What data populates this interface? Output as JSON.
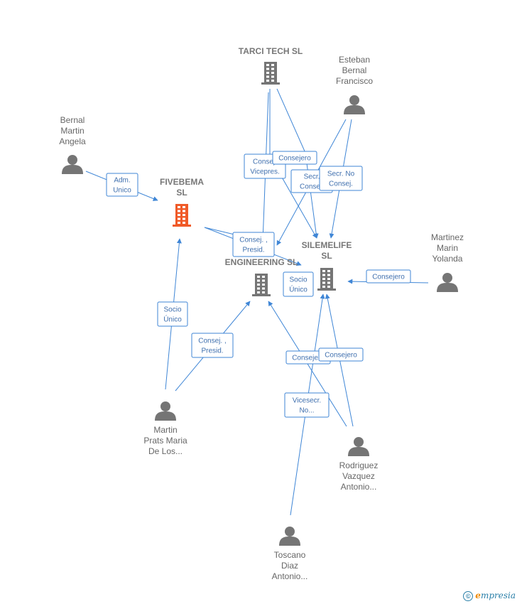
{
  "colors": {
    "edge": "#3f86d6",
    "company": "#757575",
    "company_main": "#f05a28",
    "person": "#757575",
    "brand": "#2a7fa8",
    "brand_accent": "#f08a00"
  },
  "nodes": [
    {
      "id": "tarci",
      "type": "company",
      "icon": "building-icon",
      "label_lines": [
        "TARCI TECH SL"
      ]
    },
    {
      "id": "esteban",
      "type": "person",
      "icon": "person-icon",
      "label_lines": [
        "Esteban",
        "Bernal",
        "Francisco"
      ]
    },
    {
      "id": "bernal",
      "type": "person",
      "icon": "person-icon",
      "label_lines": [
        "Bernal",
        "Martin",
        "Angela"
      ]
    },
    {
      "id": "fivebema",
      "type": "company_main",
      "icon": "building-icon",
      "label_lines": [
        "FIVEBEMA",
        "SL"
      ]
    },
    {
      "id": "silemelife",
      "type": "company",
      "icon": "building-icon",
      "label_lines": [
        "SILEMELIFE",
        "SL"
      ]
    },
    {
      "id": "engineering",
      "type": "company",
      "icon": "building-icon",
      "label_lines": [
        "ENGINEERING SL"
      ]
    },
    {
      "id": "martinez",
      "type": "person",
      "icon": "person-icon",
      "label_lines": [
        "Martinez",
        "Marin",
        "Yolanda"
      ]
    },
    {
      "id": "martinprats",
      "type": "person",
      "icon": "person-icon",
      "label_lines": [
        "Martin",
        "Prats Maria",
        "De Los..."
      ]
    },
    {
      "id": "rodriguez",
      "type": "person",
      "icon": "person-icon",
      "label_lines": [
        "Rodriguez",
        "Vazquez",
        "Antonio..."
      ]
    },
    {
      "id": "toscano",
      "type": "person",
      "icon": "person-icon",
      "label_lines": [
        "Toscano",
        "Diaz",
        "Antonio..."
      ]
    }
  ],
  "relations": [
    {
      "id": "r1",
      "lines": [
        "Adm.",
        "Unico"
      ]
    },
    {
      "id": "r2",
      "lines": [
        "Consej.",
        "Vicepres."
      ]
    },
    {
      "id": "r3",
      "lines": [
        "Consejero"
      ]
    },
    {
      "id": "r4",
      "lines": [
        "Secr.",
        "Consej."
      ]
    },
    {
      "id": "r5",
      "lines": [
        "Secr.  No",
        "Consej."
      ]
    },
    {
      "id": "r6",
      "lines": [
        "Consej. ,",
        "Presid."
      ]
    },
    {
      "id": "r7",
      "lines": [
        "Socio",
        "Único"
      ]
    },
    {
      "id": "r8",
      "lines": [
        "Consejero"
      ]
    },
    {
      "id": "r9",
      "lines": [
        "Socio",
        "Único"
      ]
    },
    {
      "id": "r10",
      "lines": [
        "Consej. ,",
        "Presid."
      ]
    },
    {
      "id": "r11",
      "lines": [
        "Consejero"
      ]
    },
    {
      "id": "r12",
      "lines": [
        "Consejero"
      ]
    },
    {
      "id": "r13",
      "lines": [
        "Vicesecr.",
        "No..."
      ]
    }
  ],
  "brand": {
    "copyright": "©",
    "e": "e",
    "rest": "mpresia"
  }
}
